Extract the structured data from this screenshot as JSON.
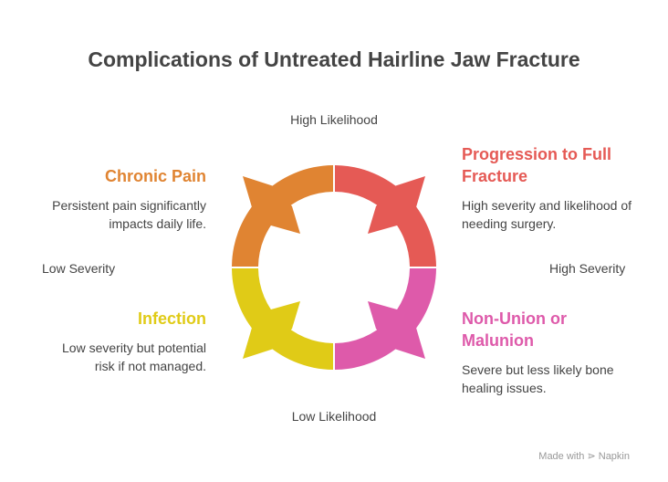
{
  "title": "Complications of Untreated Hairline Jaw Fracture",
  "axes": {
    "top": "High Likelihood",
    "bottom": "Low Likelihood",
    "left": "Low Severity",
    "right": "High Severity"
  },
  "quadrants": [
    {
      "title": "Chronic Pain",
      "desc": "Persistent pain significantly impacts daily life.",
      "color": "#E08432"
    },
    {
      "title": "Progression to Full Fracture",
      "desc": "High severity and likelihood of needing surgery.",
      "color": "#E55A55"
    },
    {
      "title": "Infection",
      "desc": "Low severity but potential risk if not managed.",
      "color": "#E0CB17"
    },
    {
      "title": "Non-Union or Malunion",
      "desc": "Severe but less likely bone healing issues.",
      "color": "#DE5AAA"
    }
  ],
  "footer": "Made with ⋗ Napkin"
}
